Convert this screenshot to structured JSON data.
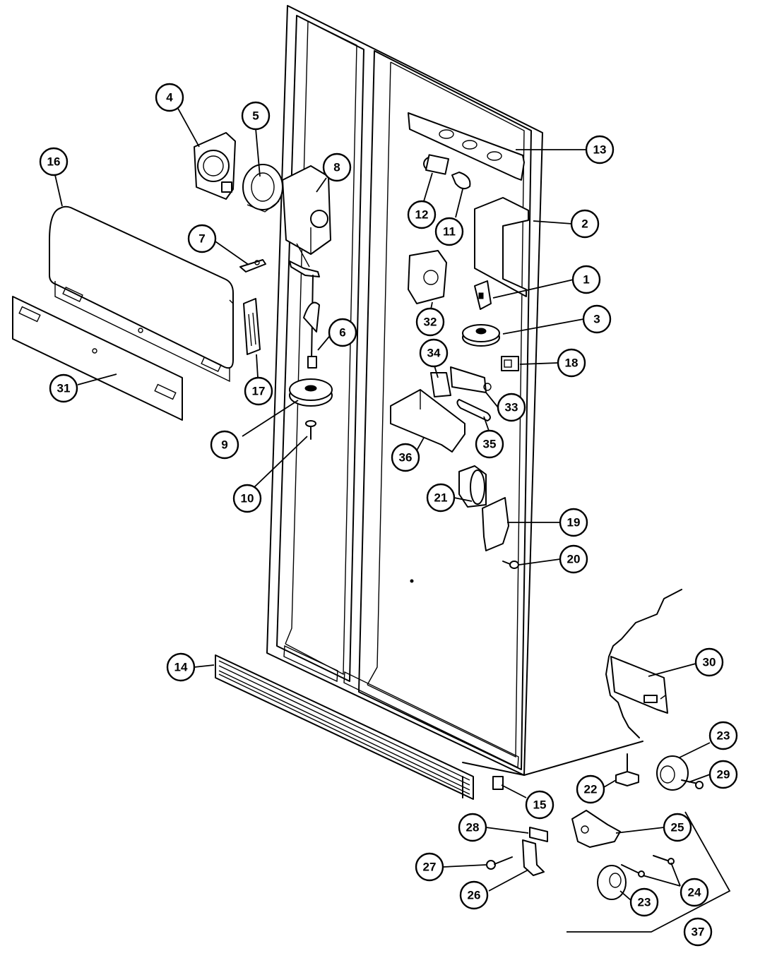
{
  "diagram": {
    "callouts": [
      {
        "id": "c1",
        "label": "1"
      },
      {
        "id": "c2",
        "label": "2"
      },
      {
        "id": "c3",
        "label": "3"
      },
      {
        "id": "c4",
        "label": "4"
      },
      {
        "id": "c5",
        "label": "5"
      },
      {
        "id": "c6",
        "label": "6"
      },
      {
        "id": "c7",
        "label": "7"
      },
      {
        "id": "c8",
        "label": "8"
      },
      {
        "id": "c9",
        "label": "9"
      },
      {
        "id": "c10",
        "label": "10"
      },
      {
        "id": "c11",
        "label": "11"
      },
      {
        "id": "c12",
        "label": "12"
      },
      {
        "id": "c13",
        "label": "13"
      },
      {
        "id": "c14",
        "label": "14"
      },
      {
        "id": "c15",
        "label": "15"
      },
      {
        "id": "c16",
        "label": "16"
      },
      {
        "id": "c17",
        "label": "17"
      },
      {
        "id": "c18",
        "label": "18"
      },
      {
        "id": "c19",
        "label": "19"
      },
      {
        "id": "c20",
        "label": "20"
      },
      {
        "id": "c21",
        "label": "21"
      },
      {
        "id": "c22",
        "label": "22"
      },
      {
        "id": "c23a",
        "label": "23"
      },
      {
        "id": "c23b",
        "label": "23"
      },
      {
        "id": "c24",
        "label": "24"
      },
      {
        "id": "c25",
        "label": "25"
      },
      {
        "id": "c26",
        "label": "26"
      },
      {
        "id": "c27",
        "label": "27"
      },
      {
        "id": "c28",
        "label": "28"
      },
      {
        "id": "c29",
        "label": "29"
      },
      {
        "id": "c30",
        "label": "30"
      },
      {
        "id": "c31",
        "label": "31"
      },
      {
        "id": "c32",
        "label": "32"
      },
      {
        "id": "c33",
        "label": "33"
      },
      {
        "id": "c34",
        "label": "34"
      },
      {
        "id": "c35",
        "label": "35"
      },
      {
        "id": "c36",
        "label": "36"
      },
      {
        "id": "c37",
        "label": "37"
      }
    ]
  }
}
